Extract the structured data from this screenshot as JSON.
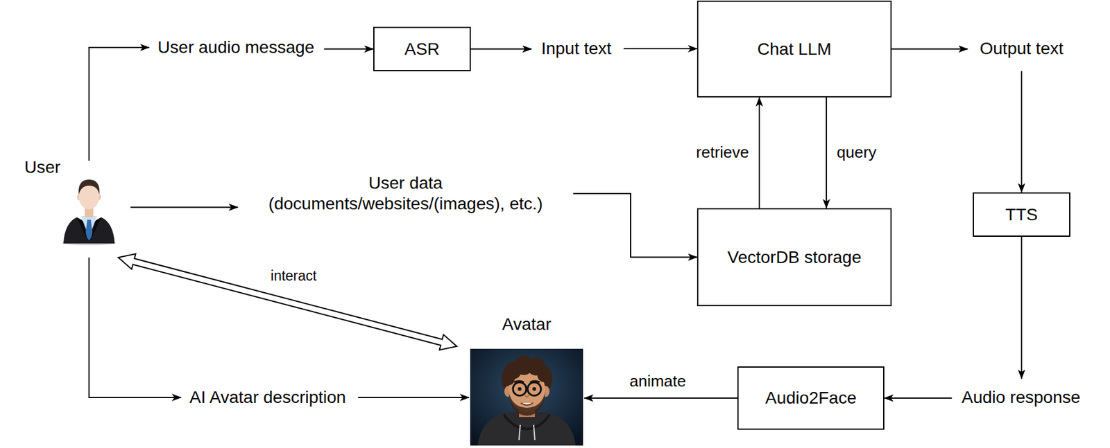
{
  "diagram": {
    "nodes": [
      {
        "text": [
          "User"
        ]
      },
      {
        "text": [
          "User audio message"
        ]
      },
      {
        "text": [
          "ASR"
        ]
      },
      {
        "text": [
          "Input text"
        ]
      },
      {
        "text": [
          "Chat LLM"
        ]
      },
      {
        "text": [
          "Output text"
        ]
      },
      {
        "text": [
          "User data (documents/websites/(images), etc.)"
        ]
      },
      {
        "text": [
          "VectorDB storage"
        ]
      },
      {
        "text": [
          "TTS"
        ]
      },
      {
        "text": [
          "AI Avatar description"
        ]
      },
      {
        "text": [
          "Avatar"
        ]
      },
      {
        "text": [
          "Audio2Face"
        ]
      },
      {
        "text": [
          "Audio response"
        ]
      }
    ],
    "edges": [
      {
        "from": 0,
        "to": 1,
        "arrow": "to"
      },
      {
        "from": 1,
        "to": 2,
        "arrow": "to"
      },
      {
        "from": 2,
        "to": 3,
        "arrow": "to"
      },
      {
        "from": 3,
        "to": 4,
        "arrow": "to"
      },
      {
        "from": 4,
        "to": 5,
        "arrow": "to"
      },
      {
        "from": 0,
        "to": 6,
        "arrow": "to"
      },
      {
        "from": 6,
        "to": 7,
        "arrow": "to"
      },
      {
        "from": 7,
        "to": 4,
        "label": "retrieve",
        "arrow": "to"
      },
      {
        "from": 4,
        "to": 7,
        "label": "query",
        "arrow": "to"
      },
      {
        "from": 5,
        "to": 8,
        "arrow": "to"
      },
      {
        "from": 8,
        "to": 12,
        "arrow": "to"
      },
      {
        "from": 12,
        "to": 11,
        "arrow": "to"
      },
      {
        "from": 11,
        "to": 10,
        "label": "animate",
        "arrow": "to"
      },
      {
        "from": 0,
        "to": 9,
        "arrow": "to"
      },
      {
        "from": 9,
        "to": 10,
        "arrow": "to"
      },
      {
        "from": 0,
        "to": 10,
        "label": "interact",
        "arrow": "both"
      }
    ]
  }
}
